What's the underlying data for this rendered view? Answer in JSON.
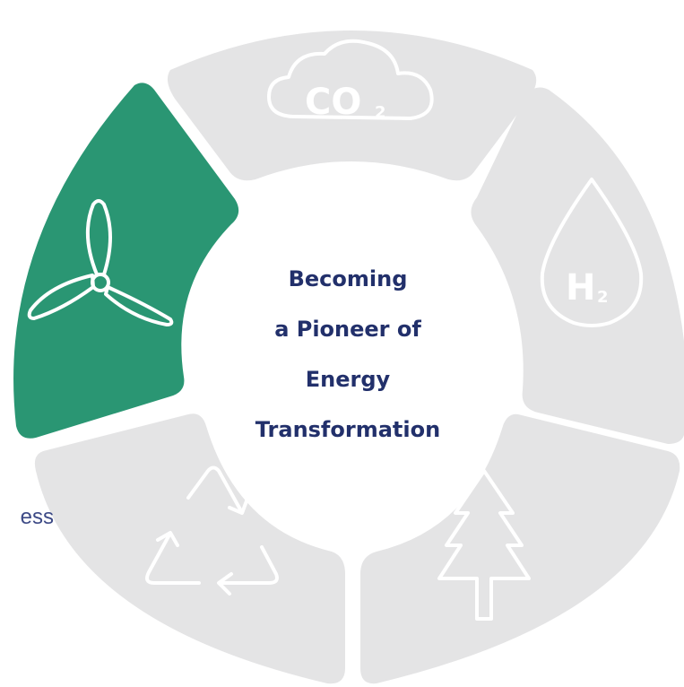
{
  "diagram": {
    "center_title_lines": [
      "Becoming",
      "a Pioneer of",
      "Energy",
      "Transformation"
    ],
    "edge_text": "ess",
    "colors": {
      "active_segment": "#2a9673",
      "inactive_segment": "#e4e4e5",
      "icon_stroke": "#ffffff",
      "title_text": "#22306b",
      "edge_text": "#3d4a86"
    },
    "segments": [
      {
        "id": "co2",
        "icon": "cloud-co2-icon",
        "icon_text": "CO",
        "icon_sub": "2",
        "active": false
      },
      {
        "id": "h2",
        "icon": "hydrogen-drop-icon",
        "icon_text": "H",
        "icon_sub": "2",
        "active": false
      },
      {
        "id": "forest",
        "icon": "tree-icon",
        "active": false
      },
      {
        "id": "recycle",
        "icon": "recycle-icon",
        "active": false
      },
      {
        "id": "wind",
        "icon": "wind-turbine-icon",
        "active": true
      }
    ]
  }
}
